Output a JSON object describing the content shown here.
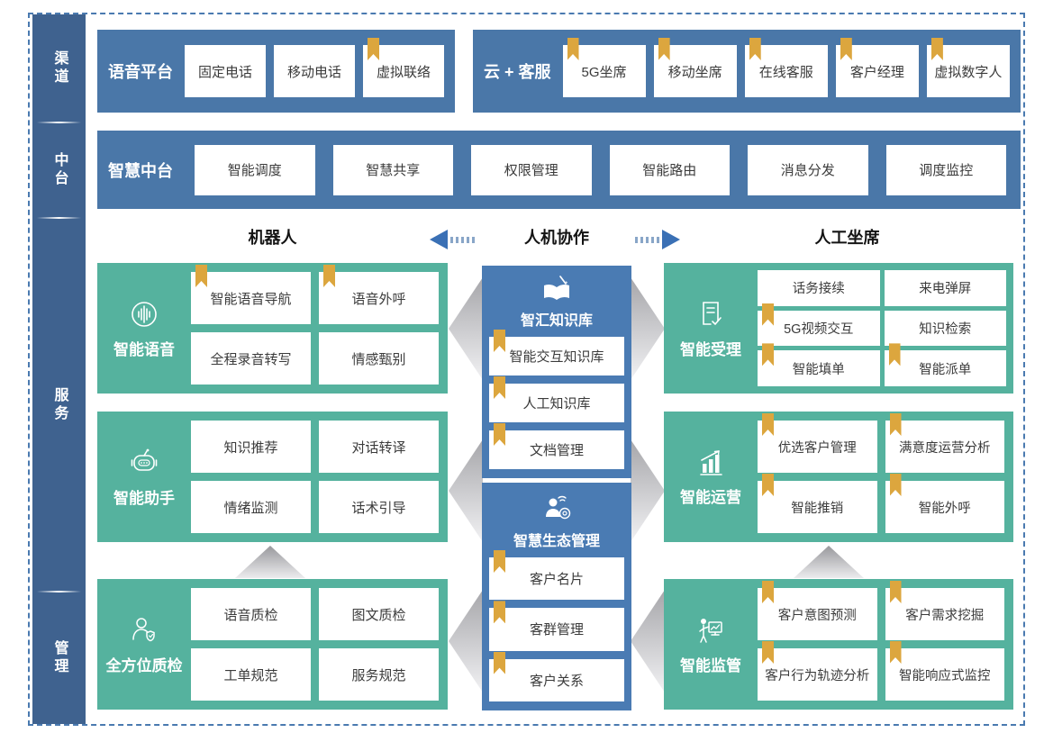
{
  "palette": {
    "band_blue": "#4a77a8",
    "sidebar_blue": "#3f628f",
    "mid_blue": "#4a7bb3",
    "teal": "#55b29e",
    "gold": "#dca63e",
    "arrow_blue": "#3a70b5",
    "frame_blue": "#4a7ab0"
  },
  "sidebar": {
    "items": [
      {
        "label": "渠道"
      },
      {
        "label": "中台"
      },
      {
        "label": "服务"
      },
      {
        "label": "管理"
      }
    ]
  },
  "voice_platform": {
    "title": "语音平台",
    "items": [
      {
        "label": "固定电话",
        "bookmark": false
      },
      {
        "label": "移动电话",
        "bookmark": false
      },
      {
        "label": "虚拟联络",
        "bookmark": true
      }
    ]
  },
  "cloud_service": {
    "title": "云 + 客服",
    "items": [
      {
        "label": "5G坐席",
        "bookmark": true
      },
      {
        "label": "移动坐席",
        "bookmark": true
      },
      {
        "label": "在线客服",
        "bookmark": true
      },
      {
        "label": "客户经理",
        "bookmark": true
      },
      {
        "label": "虚拟数字人",
        "bookmark": true
      }
    ]
  },
  "middle_platform": {
    "title": "智慧中台",
    "items": [
      {
        "label": "智能调度",
        "bookmark": false
      },
      {
        "label": "智慧共享",
        "bookmark": false
      },
      {
        "label": "权限管理",
        "bookmark": false
      },
      {
        "label": "智能路由",
        "bookmark": false
      },
      {
        "label": "消息分发",
        "bookmark": false
      },
      {
        "label": "调度监控",
        "bookmark": false
      }
    ]
  },
  "collab_header": {
    "robot": "机器人",
    "center": "人机协作",
    "agent": "人工坐席"
  },
  "robot_column": [
    {
      "title": "智能语音",
      "icon": "voice-icon",
      "items": [
        {
          "label": "智能语音导航",
          "bookmark": true
        },
        {
          "label": "语音外呼",
          "bookmark": true
        },
        {
          "label": "全程录音转写",
          "bookmark": false
        },
        {
          "label": "情感甄别",
          "bookmark": false
        }
      ]
    },
    {
      "title": "智能助手",
      "icon": "robot-icon",
      "items": [
        {
          "label": "知识推荐",
          "bookmark": false
        },
        {
          "label": "对话转译",
          "bookmark": false
        },
        {
          "label": "情绪监测",
          "bookmark": false
        },
        {
          "label": "话术引导",
          "bookmark": false
        }
      ]
    },
    {
      "title": "全方位质检",
      "icon": "inspector-icon",
      "items": [
        {
          "label": "语音质检",
          "bookmark": false
        },
        {
          "label": "图文质检",
          "bookmark": false
        },
        {
          "label": "工单规范",
          "bookmark": false
        },
        {
          "label": "服务规范",
          "bookmark": false
        }
      ]
    }
  ],
  "knowledge_column": [
    {
      "title": "智汇知识库",
      "icon": "book-pen-icon",
      "items": [
        {
          "label": "智能交互知识库",
          "bookmark": true
        },
        {
          "label": "人工知识库",
          "bookmark": true
        },
        {
          "label": "文档管理",
          "bookmark": true
        }
      ]
    },
    {
      "title": "智慧生态管理",
      "icon": "person-network-icon",
      "items": [
        {
          "label": "客户名片",
          "bookmark": true
        },
        {
          "label": "客群管理",
          "bookmark": true
        },
        {
          "label": "客户关系",
          "bookmark": true
        }
      ]
    }
  ],
  "agent_column": [
    {
      "title": "智能受理",
      "icon": "document-check-icon",
      "items": [
        {
          "label": "话务接续",
          "bookmark": false
        },
        {
          "label": "来电弹屏",
          "bookmark": false
        },
        {
          "label": "5G视频交互",
          "bookmark": true
        },
        {
          "label": "知识检索",
          "bookmark": false
        },
        {
          "label": "智能填单",
          "bookmark": true
        },
        {
          "label": "智能派单",
          "bookmark": true
        }
      ]
    },
    {
      "title": "智能运营",
      "icon": "chart-growth-icon",
      "items": [
        {
          "label": "优选客户管理",
          "bookmark": true
        },
        {
          "label": "满意度运营分析",
          "bookmark": true
        },
        {
          "label": "智能推销",
          "bookmark": true
        },
        {
          "label": "智能外呼",
          "bookmark": true
        }
      ]
    },
    {
      "title": "智能监管",
      "icon": "monitor-presenter-icon",
      "items": [
        {
          "label": "客户意图预测",
          "bookmark": true
        },
        {
          "label": "客户需求挖掘",
          "bookmark": true
        },
        {
          "label": "客户行为轨迹分析",
          "bookmark": true
        },
        {
          "label": "智能响应式监控",
          "bookmark": true
        }
      ]
    }
  ]
}
